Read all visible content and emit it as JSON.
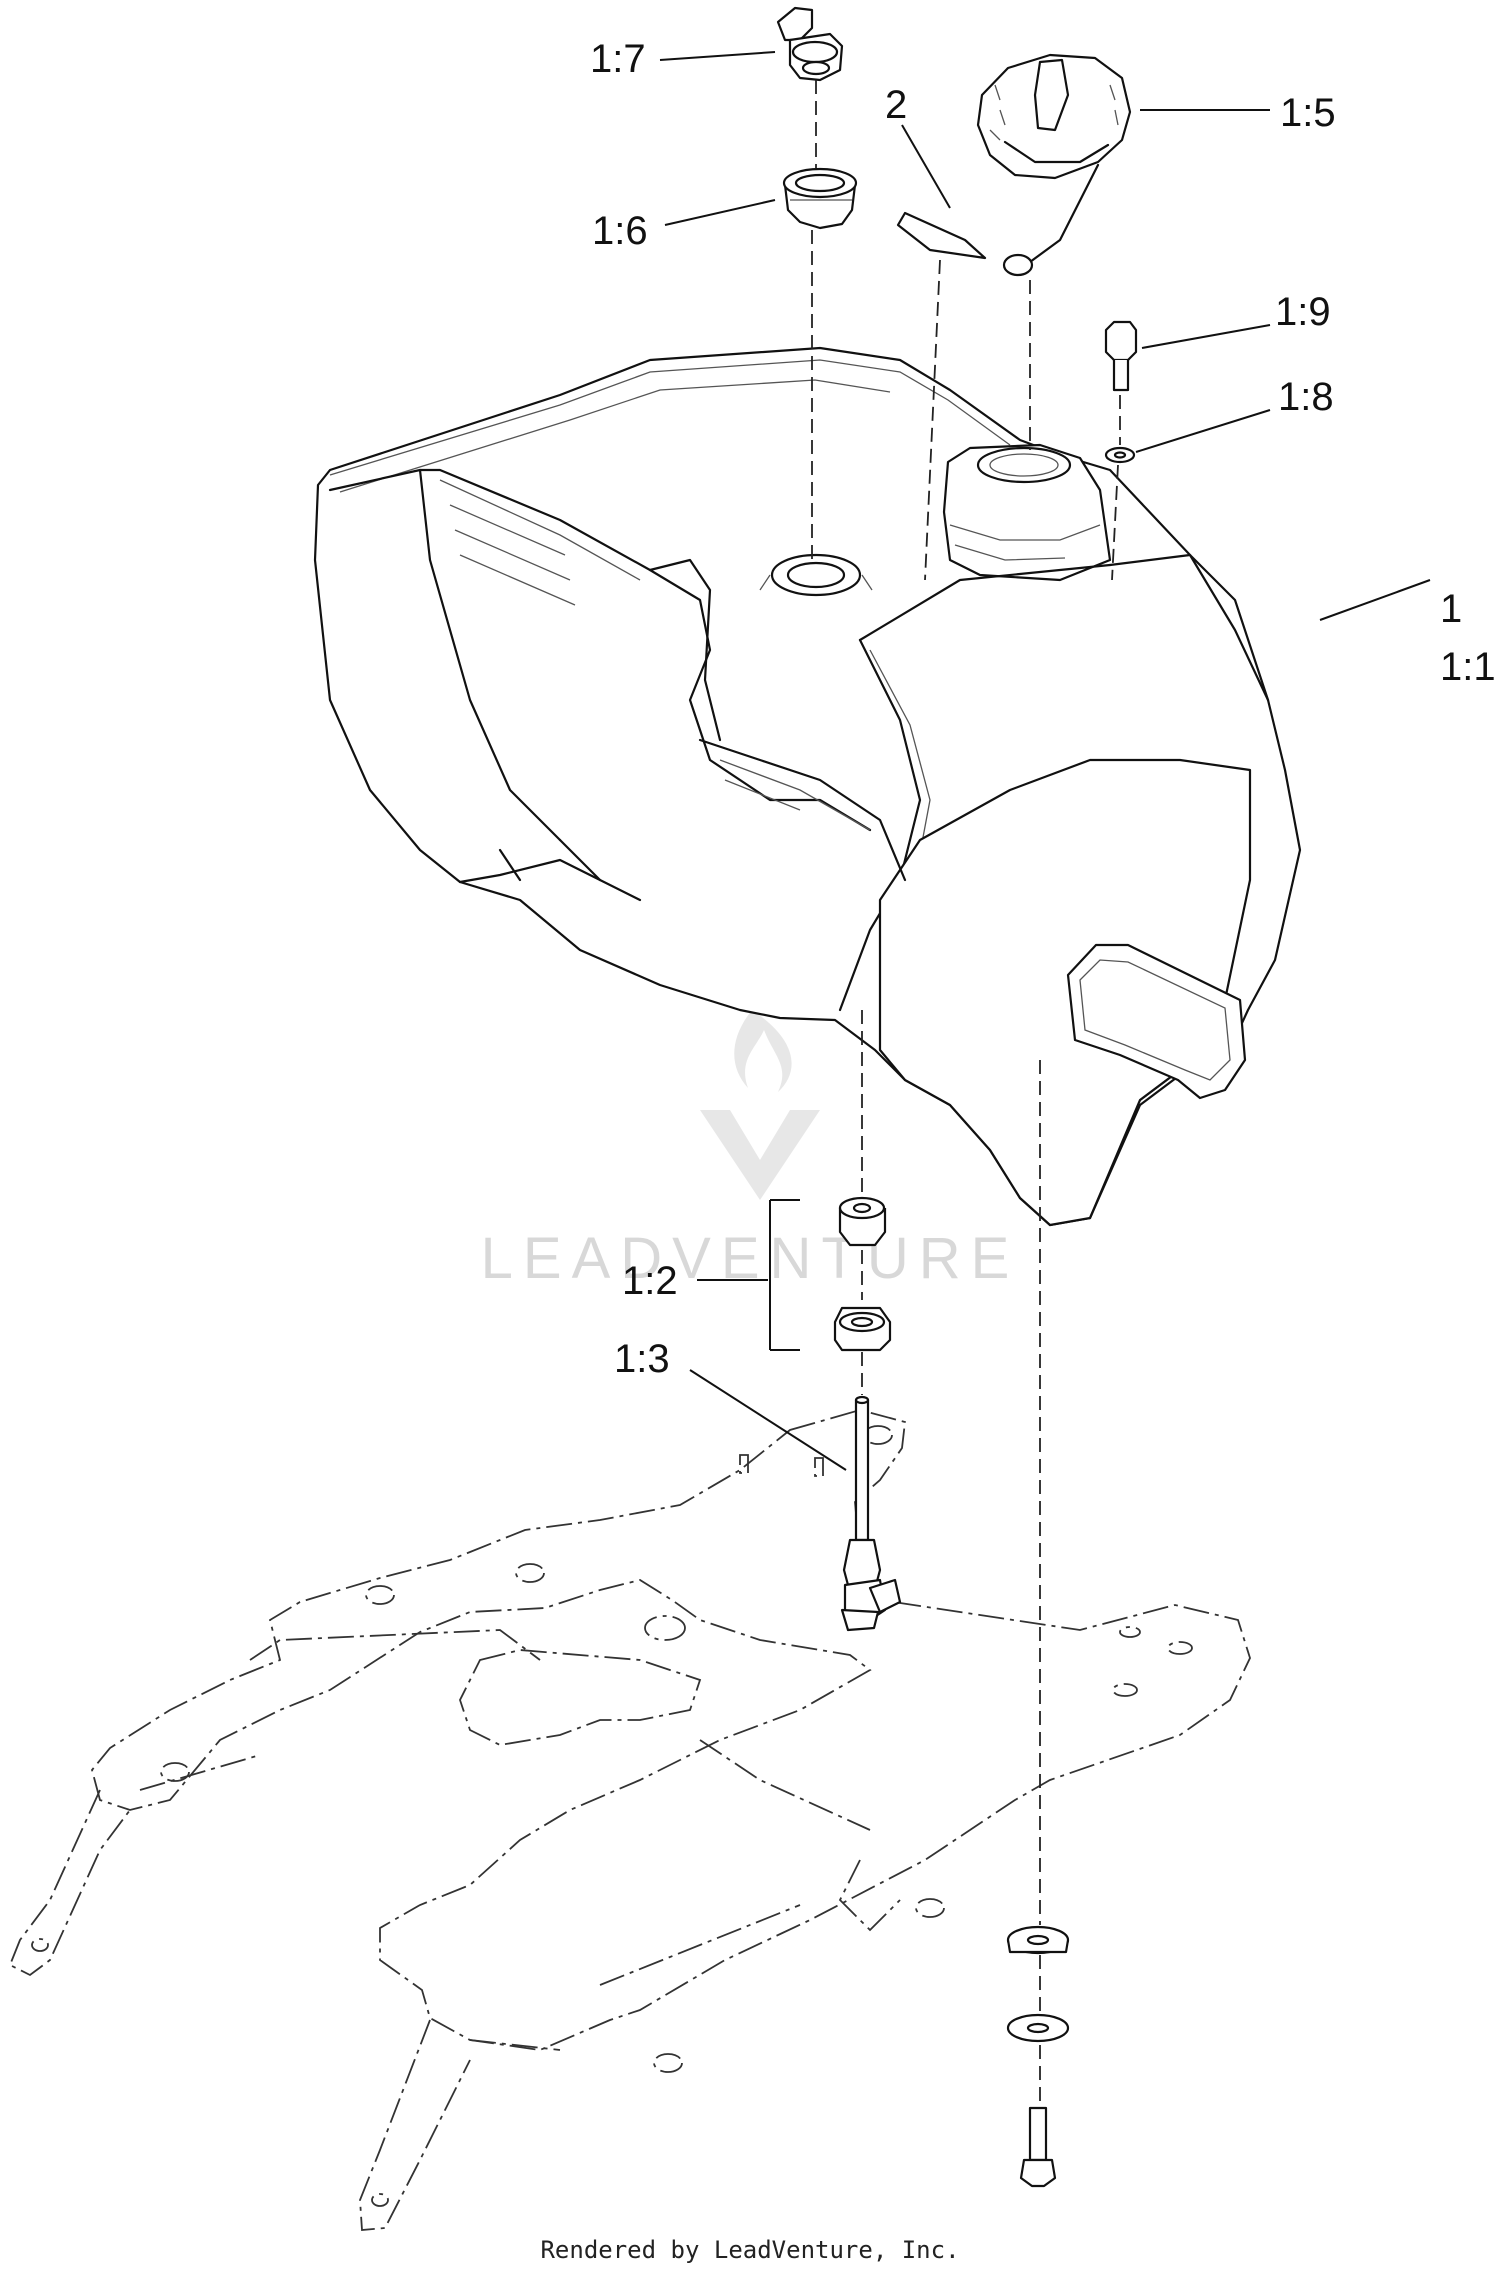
{
  "callouts": {
    "c_1_7": "1:7",
    "c_1_6": "1:6",
    "c_2": "2",
    "c_1_5": "1:5",
    "c_1_9": "1:9",
    "c_1_8": "1:8",
    "c_1": "1",
    "c_1_1": "1:1",
    "c_1_2": "1:2",
    "c_1_3": "1:3"
  },
  "watermark": {
    "text": "LEADVENTURE"
  },
  "footer": {
    "credit": "Rendered by LeadVenture, Inc."
  },
  "icons": [
    "flame-logo-icon"
  ]
}
